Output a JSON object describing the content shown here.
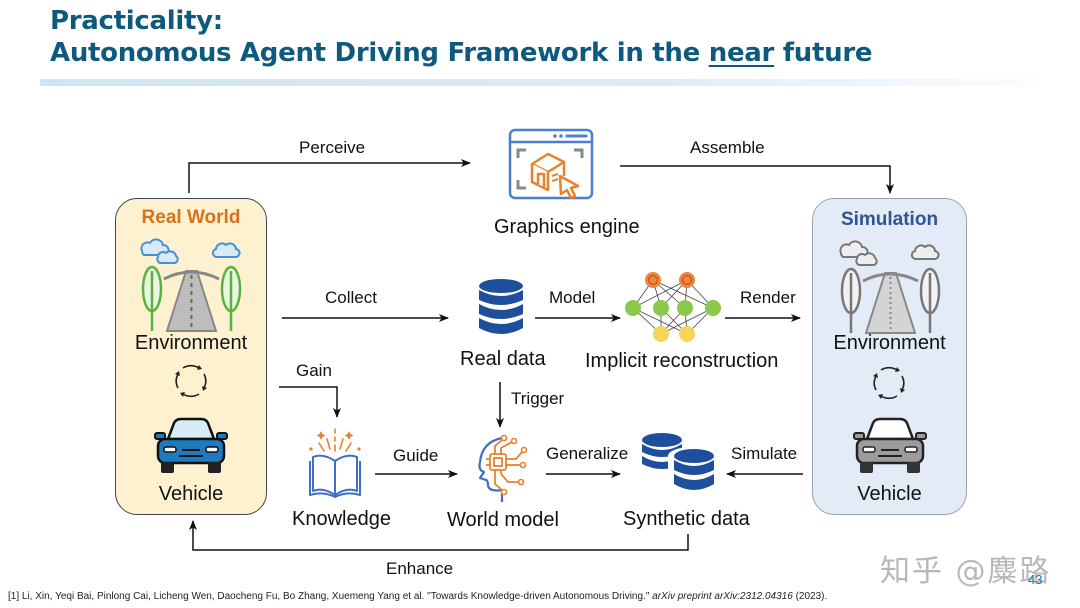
{
  "slide": {
    "title_line1": "Practicality:",
    "title_line2_pre": "Autonomous Agent Driving Framework in the ",
    "title_line2_underlined": "near",
    "title_line2_post": " future",
    "page_number": "43",
    "watermark": "知乎 @麋路"
  },
  "colors": {
    "title": "#0e5a7e",
    "real_world_title": "#d9701c",
    "simulation_title": "#2f5597",
    "real_world_bg": "#fdf1cf",
    "simulation_bg": "#e3ebf6",
    "database_blue": "#1f4f9c",
    "accent_orange": "#e8822a"
  },
  "diagram": {
    "real_world": {
      "title": "Real World",
      "environment": "Environment",
      "vehicle": "Vehicle"
    },
    "simulation": {
      "title": "Simulation",
      "environment": "Environment",
      "vehicle": "Vehicle"
    },
    "nodes": {
      "graphics_engine": "Graphics engine",
      "real_data": "Real data",
      "implicit_reconstruction": "Implicit reconstruction",
      "knowledge": "Knowledge",
      "world_model": "World model",
      "synthetic_data": "Synthetic data"
    },
    "edges": {
      "perceive": "Perceive",
      "assemble": "Assemble",
      "collect": "Collect",
      "model": "Model",
      "render": "Render",
      "gain": "Gain",
      "trigger": "Trigger",
      "guide": "Guide",
      "generalize": "Generalize",
      "simulate": "Simulate",
      "enhance": "Enhance"
    }
  },
  "citation": {
    "text": "[1] Li, Xin, Yeqi Bai, Pinlong Cai, Licheng Wen, Daocheng Fu, Bo Zhang, Xuemeng Yang et al. \"Towards Knowledge-driven Autonomous Driving.\" ",
    "venue": "arXiv preprint arXiv:2312.04316",
    "year": " (2023)."
  }
}
